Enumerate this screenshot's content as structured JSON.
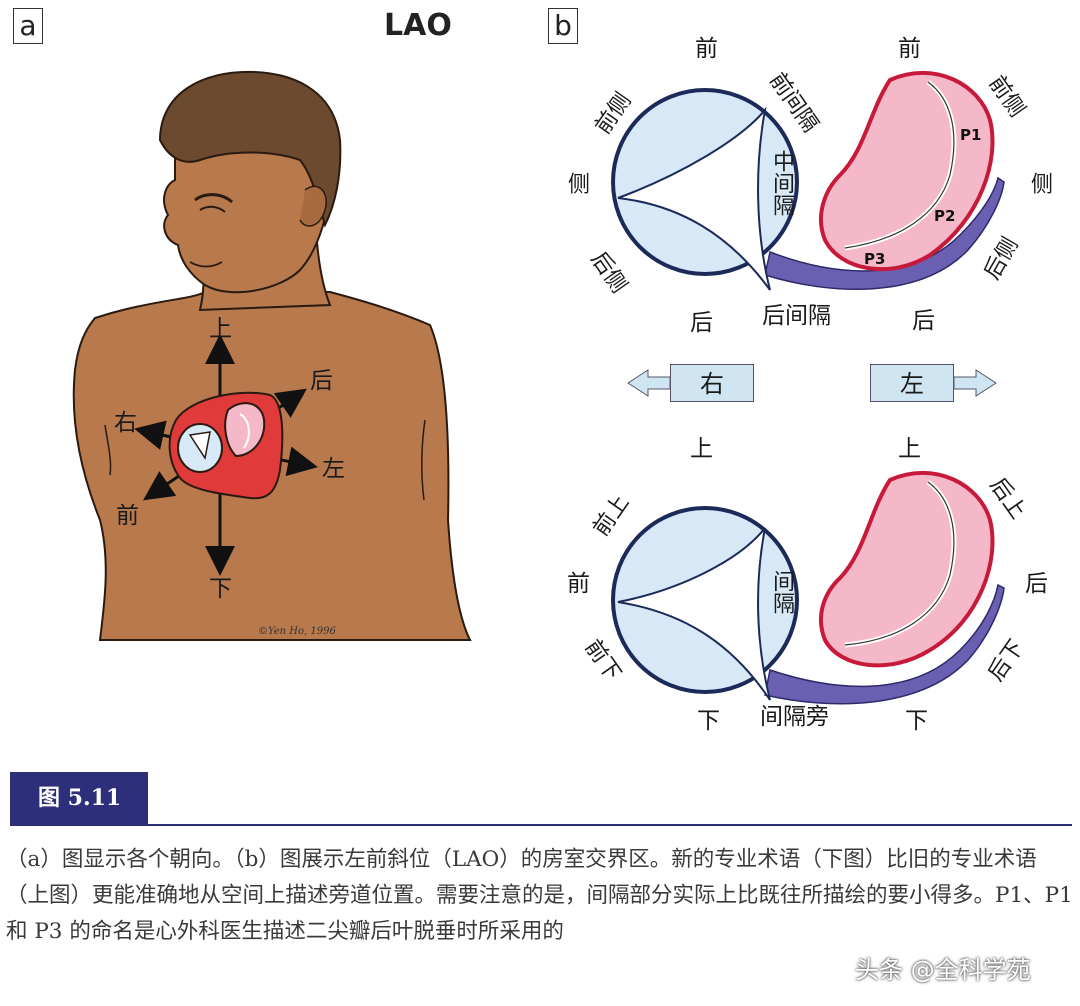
{
  "panel_a": {
    "letter": "a",
    "title": "LAO",
    "directions": {
      "up": "上",
      "back": "后",
      "right": "右",
      "left": "左",
      "front": "前",
      "down": "下"
    },
    "signature": "©Yen Ho, 1996"
  },
  "panel_b": {
    "letter": "b",
    "top": {
      "tricuspid_labels": {
        "front": "前",
        "front_lateral": "前侧",
        "lateral": "侧",
        "back_lateral": "后侧",
        "back": "后"
      },
      "septum_labels": {
        "front_septum": "前间隔",
        "mid_septum": "中间隔",
        "back_septum": "后间隔"
      },
      "mitral_labels": {
        "front": "前",
        "front_lateral": "前侧",
        "lateral": "侧",
        "back_lateral": "后侧",
        "back": "后"
      },
      "scallops": {
        "p1": "P1",
        "p2": "P2",
        "p3": "P3"
      }
    },
    "side_arrows": {
      "right": "右",
      "left": "左"
    },
    "bottom": {
      "tricuspid_labels": {
        "up": "上",
        "front_up": "前上",
        "front": "前",
        "front_down": "前下",
        "down": "下"
      },
      "septum_labels": {
        "septum": "间隔",
        "paraseptal": "间隔旁"
      },
      "mitral_labels": {
        "up": "上",
        "back_up": "后上",
        "back": "后",
        "back_down": "后下",
        "down": "下"
      }
    }
  },
  "figure": {
    "tag": "图 5.11",
    "caption": "（a）图显示各个朝向。（b）图展示左前斜位（LAO）的房室交界区。新的专业术语（下图）比旧的专业术语（上图）更能准确地从空间上描述旁道位置。需要注意的是，间隔部分实际上比既往所描绘的要小得多。P1、P1 和 P3 的命名是心外科医生描述二尖瓣后叶脱垂时所采用的"
  },
  "watermark": "头条 @全科学苑",
  "colors": {
    "skin": "#b8794c",
    "hair": "#6b4a30",
    "heart": "#e03a3a",
    "tricuspid_fill": "#d7e8f7",
    "mitral_fill": "#f4b8c8",
    "annulus_purple": "#6a5fb0",
    "fig_tag_bg": "#2d2f7a"
  }
}
